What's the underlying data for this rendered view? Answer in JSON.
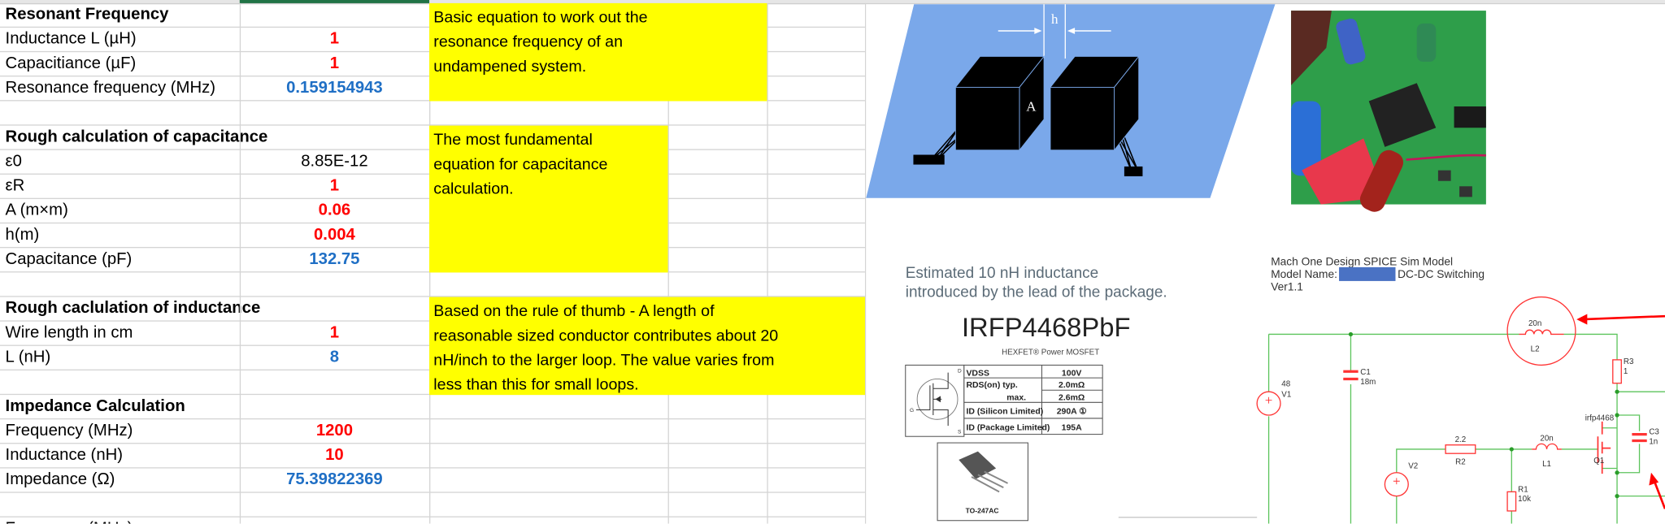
{
  "sheet": {
    "rows": [
      {
        "label": "Resonant Frequency",
        "kind": "header"
      },
      {
        "label": "Inductance L (µH)",
        "value": "1",
        "kind": "input"
      },
      {
        "label": "Capacitiance (µF)",
        "value": "1",
        "kind": "input"
      },
      {
        "label": "Resonance frequency (MHz)",
        "value": "0.159154943",
        "kind": "result"
      },
      {
        "label": "",
        "kind": "blank"
      },
      {
        "label": "Rough calculation of capacitance",
        "kind": "header"
      },
      {
        "label": "ε0",
        "value": "8.85E-12",
        "kind": "plain"
      },
      {
        "label": "εR",
        "value": "1",
        "kind": "input"
      },
      {
        "label": "A (m×m)",
        "value": "0.06",
        "kind": "input"
      },
      {
        "label": "h(m)",
        "value": "0.004",
        "kind": "input"
      },
      {
        "label": "Capacitance (pF)",
        "value": "132.75",
        "kind": "result"
      },
      {
        "label": "",
        "kind": "blank"
      },
      {
        "label": "Rough caclulation of inductance",
        "kind": "header"
      },
      {
        "label": "Wire length in cm",
        "value": "1",
        "kind": "input"
      },
      {
        "label": "L (nH)",
        "value": "8",
        "kind": "result"
      },
      {
        "label": "",
        "kind": "blank"
      },
      {
        "label": "Impedance Calculation",
        "kind": "header"
      },
      {
        "label": "Frequency (MHz)",
        "value": "1200",
        "kind": "input"
      },
      {
        "label": "Inductance (nH)",
        "value": "10",
        "kind": "input"
      },
      {
        "label": "Impedance (Ω)",
        "value": "75.39822369",
        "kind": "result"
      },
      {
        "label": "",
        "kind": "blank"
      },
      {
        "label": "Frequency (MHz)",
        "kind": "plain"
      }
    ],
    "notes": [
      {
        "lines": [
          "Basic equation to work out the",
          "resonance frequency of an",
          "undampened system."
        ]
      },
      {
        "lines": [
          "The most fundamental",
          "equation for capacitance",
          "calculation."
        ]
      },
      {
        "lines": [
          "Based on the rule of thumb - A length of",
          "reasonable sized conductor contributes about 20",
          "nH/inch to the larger loop. The value varies from",
          "less than this for small loops."
        ]
      }
    ],
    "colors": {
      "input": "#ff0000",
      "result": "#1f6fc5",
      "note_bg": "#ffff00",
      "selected_column": "#217346"
    }
  },
  "capacitor_diagram": {
    "gap_label": "h",
    "area_label": "A",
    "background": "#7aa8ea"
  },
  "mosfet_datasheet": {
    "caption": [
      "Estimated 10 nH inductance",
      "introduced by the lead of the package."
    ],
    "part_number": "IRFP4468PbF",
    "subtitle": "HEXFET® Power MOSFET",
    "pins": {
      "gate": "G",
      "drain": "D",
      "source": "S"
    },
    "specs": [
      {
        "param": "VDSS",
        "value": "100V"
      },
      {
        "param": "RDS(on)  typ.",
        "value": "2.0mΩ"
      },
      {
        "param": "max.",
        "value": "2.6mΩ"
      },
      {
        "param": "ID (Silicon Limited)",
        "value": "290A ①"
      },
      {
        "param": "ID (Package Limited)",
        "value": "195A"
      }
    ],
    "package": "TO-247AC"
  },
  "schematic": {
    "header": [
      "Mach One Design SPICE Sim Model",
      "Model Name:",
      "DC-DC Switching",
      "Ver1.1"
    ],
    "labels": {
      "v1_value": "48",
      "v1": "V1",
      "c1": "C1",
      "c1_value": "18m",
      "l2_value": "20n",
      "l2": "L2",
      "r3": "R3",
      "r3_value": "1",
      "q1_model": "irfp4468",
      "q1": "Q1",
      "c3": "C3",
      "c3_value": "1n",
      "r2_value": "2.2",
      "r2": "R2",
      "v2": "V2",
      "l1_value": "20n",
      "l1": "L1",
      "r1": "R1",
      "r1_value": "10k"
    },
    "colors": {
      "wire": "#5cc45c",
      "component": "#ff3333",
      "highlight": "#ff0000",
      "redaction": "#4a72c4"
    }
  }
}
